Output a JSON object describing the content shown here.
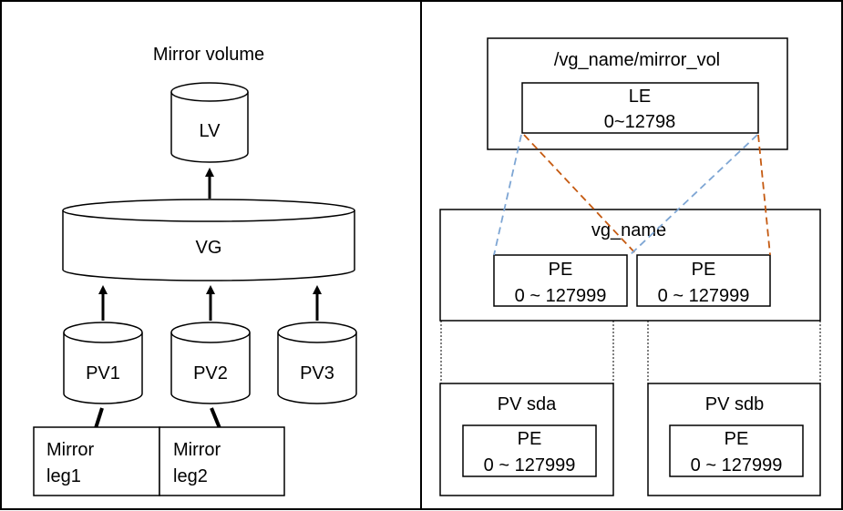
{
  "left": {
    "title": "Mirror volume",
    "lv": "LV",
    "vg": "VG",
    "pv1": "PV1",
    "pv2": "PV2",
    "pv3": "PV3",
    "leg1_line1": "Mirror",
    "leg1_line2": "leg1",
    "leg2_line1": "Mirror",
    "leg2_line2": "leg2"
  },
  "right": {
    "lv_path": "/vg_name/mirror_vol",
    "le_label": "LE",
    "le_range": "0~12798",
    "vg_name": "vg_name",
    "pe_label": "PE",
    "pe_range": "0 ~ 127999",
    "pv_sda": "PV sda",
    "pv_sdb": "PV sdb"
  },
  "colors": {
    "mapping_blue": "#7ea6d4",
    "mapping_orange": "#c55a11"
  }
}
